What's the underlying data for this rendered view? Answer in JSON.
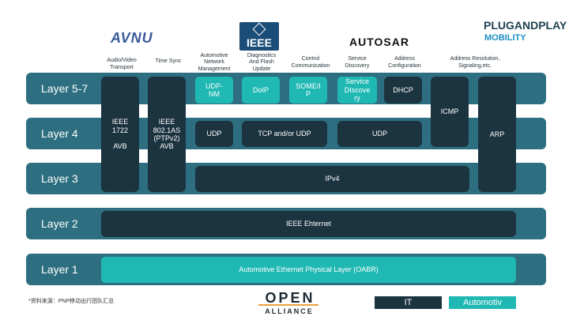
{
  "logos": {
    "avnu": "AVNU",
    "ieee": "IEEE",
    "autosar": "AUTOSAR",
    "pnp_line1": "PLUGANDPLAY",
    "pnp_line2": "MOBILITY",
    "open_line1": "OPEN",
    "open_line2": "ALLIANCE"
  },
  "column_titles": {
    "av_transport": "Audio/Video\nTransport",
    "time_sync": "Time Sync",
    "network_mgmt": "Automotive\nNetwork\nManagement",
    "diagnostics": "Diagnostics\nAnd Flash\nUpdate",
    "control": "Control\nCommunication",
    "service_disc": "Service\nDiscovery",
    "address_config": "Address\nConfiguration",
    "address_res": "Address Resolution,\nSignaling,etc."
  },
  "layers": {
    "l57": "Layer 5-7",
    "l4": "Layer 4",
    "l3": "Layer 3",
    "l2": "Layer 2",
    "l1": "Layer 1"
  },
  "boxes": {
    "avb": "IEEE\n1722\n\nAVB",
    "ptp": "IEEE\n802.1AS\n(PTPv2)\nAVB",
    "udp_nm": "UDP-\nNM",
    "doip": "DoIP",
    "someip": "SOME/I\nP",
    "sd": "Service\nDIscove\nry",
    "dhcp": "DHCP",
    "icmp": "ICMP",
    "arp": "ARP",
    "udp1": "UDP",
    "tcp_udp": "TCP and/or UDP",
    "udp2": "UDP",
    "ipv4": "IPv4",
    "ethernet": "IEEE Ehternet",
    "phy": "Automotive Ethernet Physical Layer (OABR)"
  },
  "footnote": "*资料来源：PNP移动出行团队汇总",
  "legend": {
    "it": "IT",
    "automotive": "Automotiv"
  },
  "colors": {
    "layer_bar": "#2d6f80",
    "dark_box": "#1c3340",
    "teal_box": "#1fb8b3"
  }
}
